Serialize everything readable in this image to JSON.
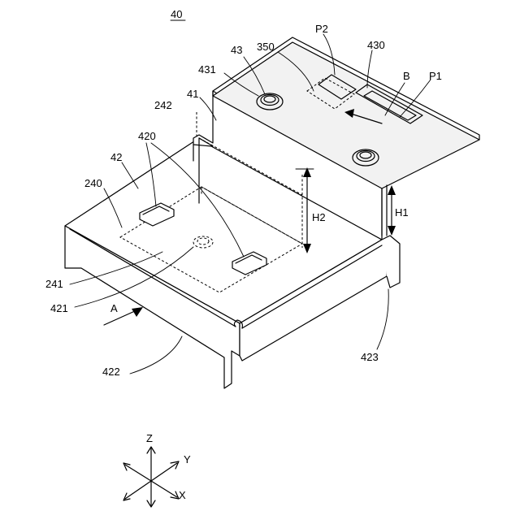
{
  "figure": {
    "number": "40",
    "labels": {
      "l43": "43",
      "l350": "350",
      "lP2": "P2",
      "l430": "430",
      "lB": "B",
      "lP1": "P1",
      "l431": "431",
      "l41": "41",
      "l242": "242",
      "l420": "420",
      "l42": "42",
      "l240": "240",
      "lH2": "H2",
      "lH1": "H1",
      "l241": "241",
      "l421": "421",
      "lA": "A",
      "l422": "422",
      "l423": "423"
    },
    "axes": {
      "z": "Z",
      "y": "Y",
      "x": "X"
    }
  }
}
